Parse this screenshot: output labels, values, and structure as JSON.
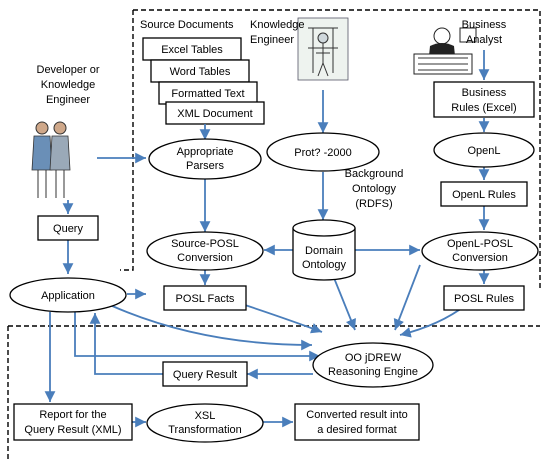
{
  "labels": {
    "source_documents": "Source Documents",
    "knowledge_engineer": [
      "Knowledge",
      "Engineer"
    ],
    "business_analyst": [
      "Business",
      "Analyst"
    ],
    "developer": [
      "Developer or",
      "Knowledge",
      "Engineer"
    ],
    "background_ontology": [
      "Background",
      "Ontology",
      "(RDFS)"
    ]
  },
  "docs": [
    "Excel Tables",
    "Word Tables",
    "Formatted Text",
    "XML Document"
  ],
  "nodes": {
    "parsers": [
      "Appropriate",
      "Parsers"
    ],
    "protege": "Prot?   -2000",
    "business_rules": [
      "Business",
      "Rules (Excel)"
    ],
    "openl": "OpenL",
    "openl_rules": "OpenL Rules",
    "query": "Query",
    "source_posl": [
      "Source-POSL",
      "Conversion"
    ],
    "domain_ontology": [
      "Domain",
      "Ontology"
    ],
    "openl_posl": [
      "OpenL-POSL",
      "Conversion"
    ],
    "application": "Application",
    "posl_facts": "POSL Facts",
    "posl_rules": "POSL Rules",
    "query_result": "Query Result",
    "oojdrew": [
      "OO jDREW",
      "Reasoning Engine"
    ],
    "report": [
      "Report  for the",
      "Query Result (XML)"
    ],
    "xsl": [
      "XSL",
      "Transformation"
    ],
    "converted": [
      "Converted result into",
      "a desired format"
    ]
  },
  "colors": {
    "arrow": "#4a7ebb",
    "stroke": "#000000"
  }
}
